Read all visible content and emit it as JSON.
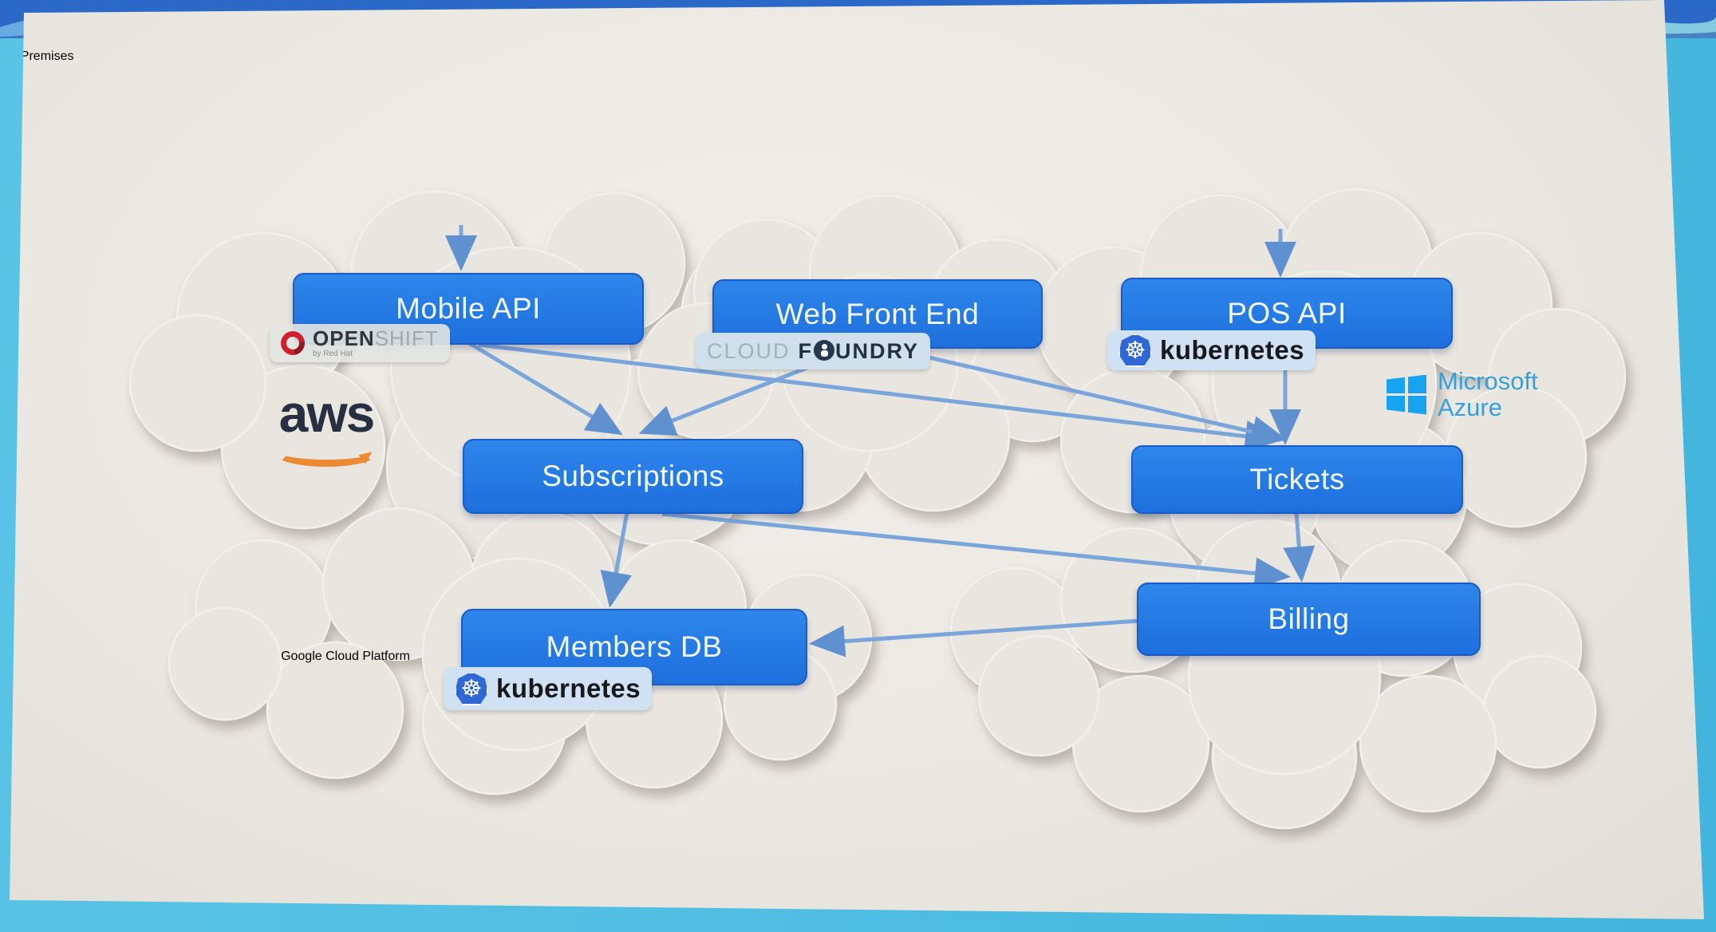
{
  "diagram": {
    "nodes": {
      "mobile_api": "Mobile API",
      "web_front_end": "Web Front End",
      "pos_api": "POS API",
      "subscriptions": "Subscriptions",
      "tickets": "Tickets",
      "members_db": "Members DB",
      "billing": "Billing"
    },
    "labels": {
      "on_premises": "On Premises",
      "aws": "aws",
      "microsoft": "Microsoft",
      "azure": "Azure",
      "gcp": "Google Cloud Platform",
      "kubernetes": "kubernetes",
      "openshift_open": "OPEN",
      "openshift_shift": "SHIFT",
      "openshift_byline": "by Red Hat",
      "cf_cloud": "CLOUD",
      "cf_f": "F",
      "cf_undry": "UNDRY"
    },
    "colors": {
      "node_blue": "#2478e6",
      "arrow_blue": "#7aa5da",
      "background_cyan": "#54c3e6",
      "carpet_blue": "#2a69c8",
      "cloud_gray": "#e9e6df"
    },
    "connections": [
      {
        "from": "phone",
        "to": "mobile-api"
      },
      {
        "from": "pos-terminal",
        "to": "pos-api"
      },
      {
        "from": "mobile-api",
        "to": "subscriptions"
      },
      {
        "from": "web-front-end",
        "to": "subscriptions"
      },
      {
        "from": "mobile-api",
        "to": "tickets"
      },
      {
        "from": "web-front-end",
        "to": "tickets"
      },
      {
        "from": "pos-api",
        "to": "tickets"
      },
      {
        "from": "subscriptions",
        "to": "members-db"
      },
      {
        "from": "subscriptions",
        "to": "billing"
      },
      {
        "from": "tickets",
        "to": "billing"
      },
      {
        "from": "billing",
        "to": "members-db"
      }
    ]
  }
}
